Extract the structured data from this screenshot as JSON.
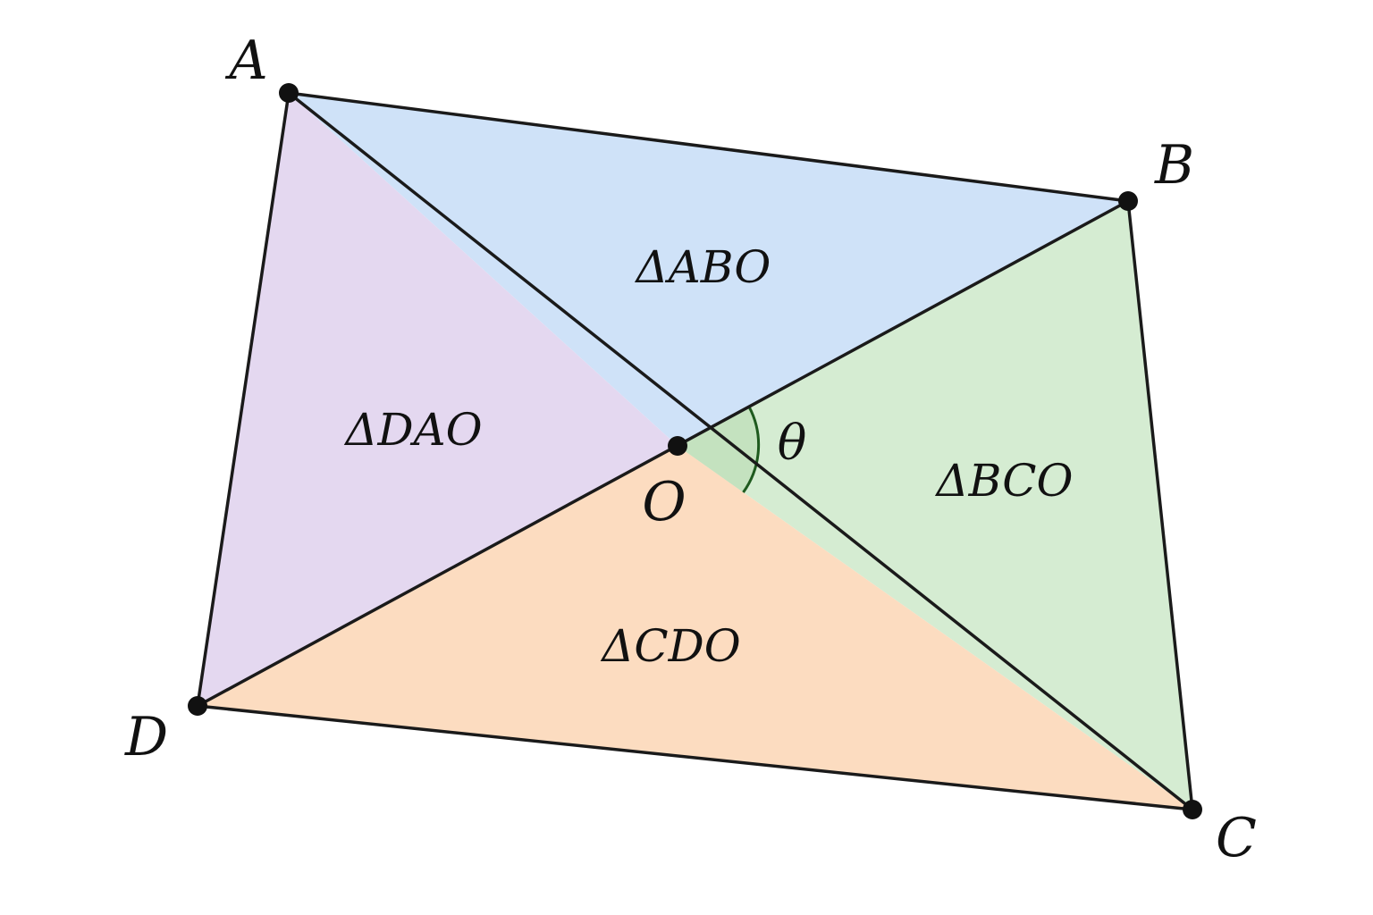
{
  "diagram": {
    "vertices": {
      "A": "A",
      "B": "B",
      "C": "C",
      "D": "D",
      "O": "O"
    },
    "regions": {
      "abo": {
        "label": "ΔABO",
        "color": "#cfe2f8"
      },
      "bco": {
        "label": "ΔBCO",
        "color": "#d5ecd2"
      },
      "cdo": {
        "label": "ΔCDO",
        "color": "#fcdcc0"
      },
      "dao": {
        "label": "ΔDAO",
        "color": "#e4d8f0"
      }
    },
    "angle": {
      "label": "θ",
      "color": "#1e5a1e",
      "fill": "#c4e2bf"
    },
    "edge_color": "#1a1a1a"
  }
}
